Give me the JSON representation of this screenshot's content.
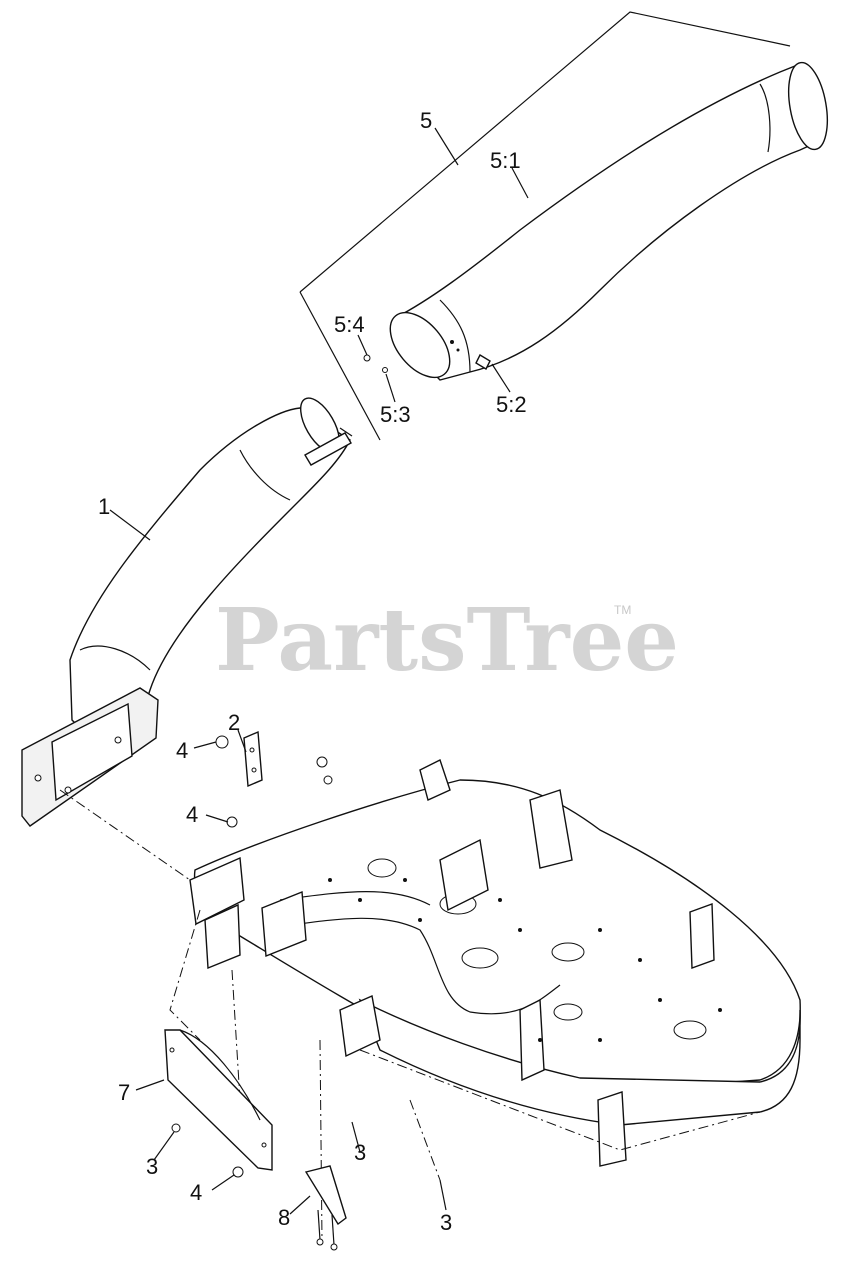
{
  "watermark": {
    "text": "PartsTree",
    "trademark": "TM"
  },
  "callouts": [
    {
      "id": "c-5",
      "label": "5"
    },
    {
      "id": "c-5-1",
      "label": "5:1"
    },
    {
      "id": "c-5-4",
      "label": "5:4"
    },
    {
      "id": "c-5-3",
      "label": "5:3"
    },
    {
      "id": "c-5-2",
      "label": "5:2"
    },
    {
      "id": "c-1",
      "label": "1"
    },
    {
      "id": "c-2",
      "label": "2"
    },
    {
      "id": "c-4a",
      "label": "4"
    },
    {
      "id": "c-4b",
      "label": "4"
    },
    {
      "id": "c-7",
      "label": "7"
    },
    {
      "id": "c-3a",
      "label": "3"
    },
    {
      "id": "c-4c",
      "label": "4"
    },
    {
      "id": "c-3b",
      "label": "3"
    },
    {
      "id": "c-8",
      "label": "8"
    },
    {
      "id": "c-3c",
      "label": "3"
    }
  ]
}
